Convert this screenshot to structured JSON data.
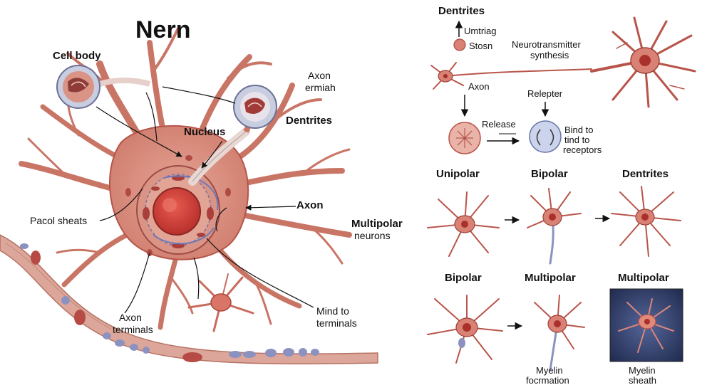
{
  "main_title": "Nern",
  "left_labels": {
    "cell_body": "Cell body",
    "axon_ermiah_1": "Axon",
    "axon_ermiah_2": "ermiah",
    "nucleus": "Nucleus",
    "dentrites": "Dentrites",
    "pacol_sheats": "Pacol sheats",
    "axon": "Axon",
    "multipolar_1": "Multipolar",
    "multipolar_2": "neurons",
    "axon_terminals_1": "Axon",
    "axon_terminals_2": "terminals",
    "mind_to_1": "Mind to",
    "mind_to_2": "terminals"
  },
  "flow": {
    "dentrites": "Dentrites",
    "umtriag": "Umtriag",
    "stosn": "Stosn",
    "neurotransmitter_1": "Neurotransmitter",
    "neurotransmitter_2": "synthesis",
    "axon": "Axon",
    "relepter": "Relepter",
    "release": "Release",
    "bind_1": "Bind to",
    "bind_2": "tind to",
    "bind_3": "receptors"
  },
  "types_row1": [
    "Unipolar",
    "Bipolar",
    "Dentrites"
  ],
  "types_row2": [
    "Bipolar",
    "Multipolar",
    "Multipolar"
  ],
  "captions": {
    "myelin_formation_1": "Myelin",
    "myelin_formation_2": "focrmation",
    "myelin_sheath_1": "Myelin",
    "myelin_sheath_2": "sheath"
  },
  "colors": {
    "cell": "#d98a7a",
    "cell_dark": "#b5544a",
    "nucleus": "#c94040",
    "vessel": "#d9a195",
    "sheath_panel": "#2e3b66"
  }
}
